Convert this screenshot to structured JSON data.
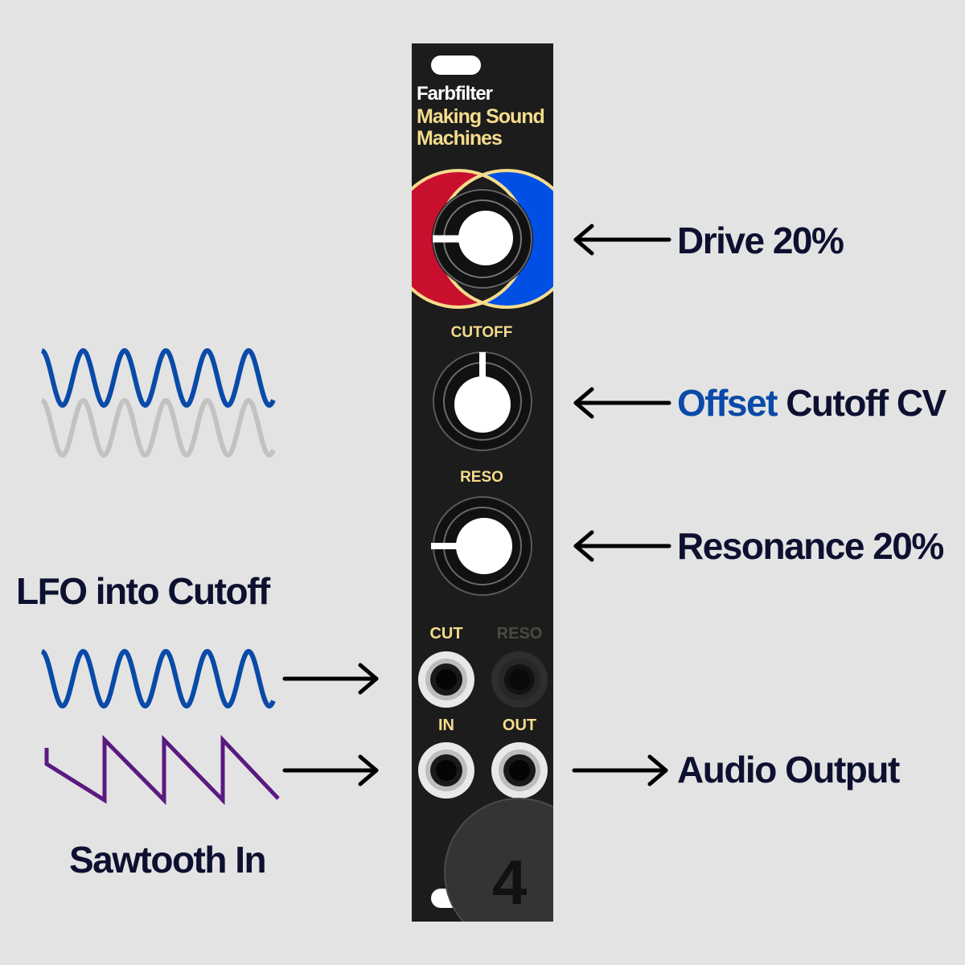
{
  "module": {
    "brand": "Farbfilter",
    "subtitle_line1": "Making Sound",
    "subtitle_line2": "Machines",
    "knob_labels": {
      "cutoff": "CUTOFF",
      "reso": "RESO"
    },
    "jack_labels": {
      "cut": "CUT",
      "reso": "RESO",
      "in": "IN",
      "out": "OUT"
    },
    "badge_number": "4"
  },
  "annotations": {
    "drive": "Drive 20%",
    "cutoff_prefix": "Offset",
    "cutoff_rest": "Cutoff CV",
    "resonance": "Resonance 20%",
    "lfo": "LFO into Cutoff",
    "sawtooth": "Sawtooth In",
    "audio_output": "Audio Output"
  },
  "settings": {
    "drive": 0.2,
    "resonance": 0.2
  },
  "colors": {
    "background": "#e3e3e3",
    "panel": "#1c1c1c",
    "accent_gold": "#f5dc8c",
    "red": "#c8102e",
    "blue": "#0050e6",
    "lfo_blue": "#0a4aa8",
    "lfo_ghost": "#c2c2c2",
    "saw_purple": "#5a1a80",
    "text_dark": "#0e1030",
    "inactive": "#4a4a40"
  }
}
